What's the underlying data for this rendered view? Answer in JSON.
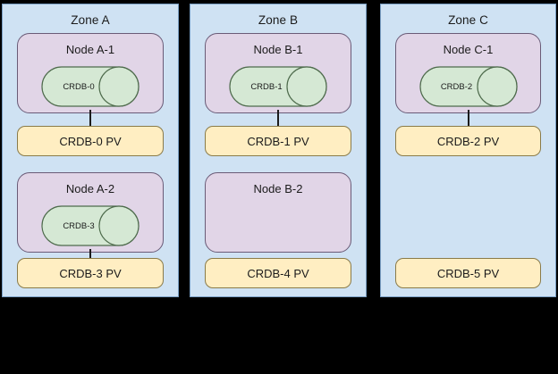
{
  "diagram": {
    "type": "infrastructure-topology",
    "background_color": "#000000",
    "zone_color": "#cfe2f3",
    "node_color": "#e1d5e7",
    "pod_color": "#d5e8d4",
    "pv_color": "#ffeec2",
    "zones": [
      {
        "id": "zone-a",
        "label": "Zone A",
        "rows": [
          {
            "node": {
              "label": "Node A-1",
              "empty": false
            },
            "pod": {
              "label": "CRDB-0",
              "shape": "cylinder"
            },
            "pv": {
              "label": "CRDB-0 PV"
            },
            "connected": true
          },
          {
            "node": {
              "label": "Node A-2",
              "empty": false
            },
            "pod": {
              "label": "CRDB-3",
              "shape": "cylinder"
            },
            "pv": {
              "label": "CRDB-3 PV"
            },
            "connected": true
          }
        ]
      },
      {
        "id": "zone-b",
        "label": "Zone B",
        "rows": [
          {
            "node": {
              "label": "Node B-1",
              "empty": false
            },
            "pod": {
              "label": "CRDB-1",
              "shape": "cylinder"
            },
            "pv": {
              "label": "CRDB-1 PV"
            },
            "connected": true
          },
          {
            "node": {
              "label": "Node B-2",
              "empty": true
            },
            "pod": null,
            "pv": {
              "label": "CRDB-4 PV"
            },
            "connected": false
          }
        ]
      },
      {
        "id": "zone-c",
        "label": "Zone C",
        "rows": [
          {
            "node": {
              "label": "Node C-1",
              "empty": false
            },
            "pod": {
              "label": "CRDB-2",
              "shape": "cylinder"
            },
            "pv": {
              "label": "CRDB-2 PV"
            },
            "connected": true
          },
          {
            "node": null,
            "pod": null,
            "pv": {
              "label": "CRDB-5 PV"
            },
            "connected": false
          }
        ]
      }
    ]
  }
}
